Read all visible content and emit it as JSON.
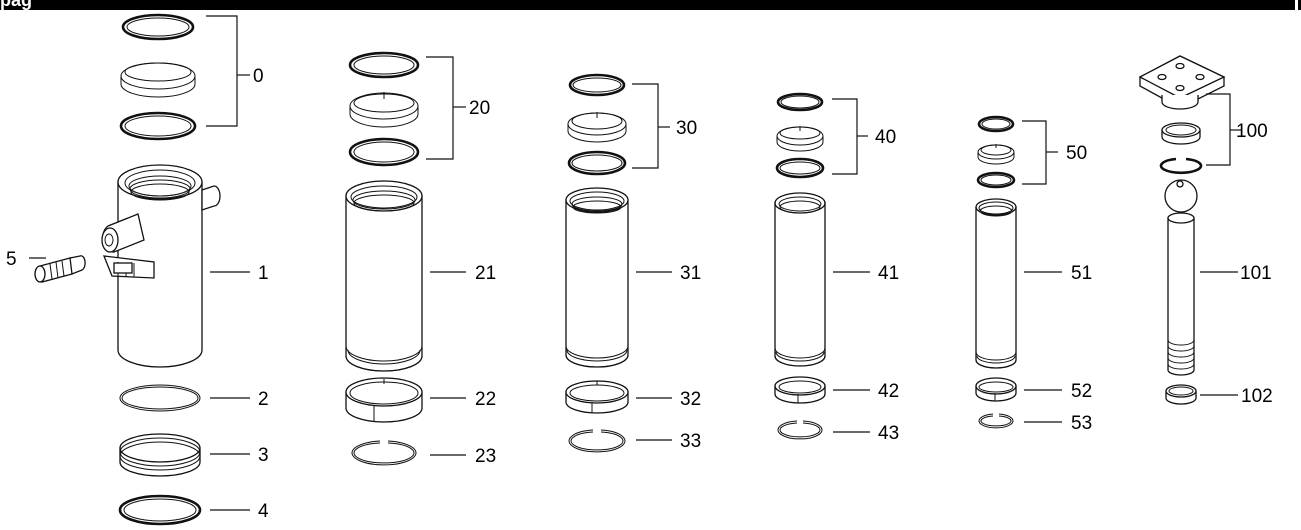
{
  "header": {
    "text": "pag"
  },
  "labels": {
    "l0": "0",
    "l1": "1",
    "l2": "2",
    "l3": "3",
    "l4": "4",
    "l5": "5",
    "l20": "20",
    "l21": "21",
    "l22": "22",
    "l23": "23",
    "l30": "30",
    "l31": "31",
    "l32": "32",
    "l33": "33",
    "l40": "40",
    "l41": "41",
    "l42": "42",
    "l43": "43",
    "l50": "50",
    "l51": "51",
    "l52": "52",
    "l53": "53",
    "l100": "100",
    "l101": "101",
    "l102": "102"
  },
  "colors": {
    "line": "#111111",
    "background": "#ffffff"
  }
}
